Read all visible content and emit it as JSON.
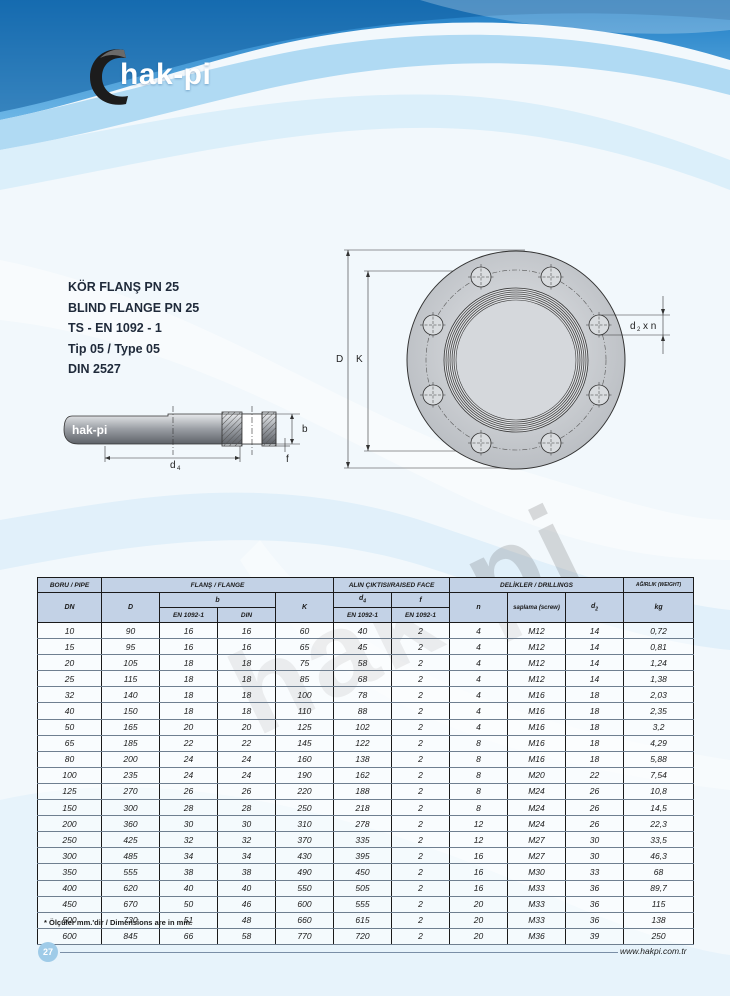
{
  "brand": {
    "logo_text": "hak-pi",
    "side_view_logo_text": "hak-pi",
    "watermark": "hak-pi"
  },
  "titles": [
    "KÖR FLANŞ PN 25",
    "BLIND FLANGE PN 25",
    "TS - EN 1092 - 1",
    "Tip 05 / Type 05",
    "DIN 2527"
  ],
  "drawing": {
    "labels": {
      "D": "D",
      "K": "K",
      "b": "b",
      "f": "f",
      "d4": "d",
      "d4_sub": "4",
      "d2n": "d",
      "d2n_sub": "2",
      "d2n_tail": "x n"
    }
  },
  "table": {
    "header": {
      "pipe": "BORU / PIPE",
      "flange": "FLANŞ / FLANGE",
      "raised": "ALIN ÇIKTISI/RAISED FACE",
      "drillings": "DELİKLER / DRILLINGS",
      "weight": "AĞIRLIK (WEIGHT)",
      "dn": "DN",
      "d": "D",
      "b": "b",
      "k": "K",
      "d4": "d",
      "d4_sub": "4",
      "f": "f",
      "n": "n",
      "screw": "saplama (screw)",
      "d2": "d",
      "d2_sub": "2",
      "kg": "kg",
      "en1": "EN 1092-1",
      "din": "DIN",
      "en2": "EN 1092-1",
      "en3": "EN 1092-1"
    },
    "rows": [
      [
        "10",
        "90",
        "16",
        "16",
        "60",
        "40",
        "2",
        "4",
        "M12",
        "14",
        "0,72"
      ],
      [
        "15",
        "95",
        "16",
        "16",
        "65",
        "45",
        "2",
        "4",
        "M12",
        "14",
        "0,81"
      ],
      [
        "20",
        "105",
        "18",
        "18",
        "75",
        "58",
        "2",
        "4",
        "M12",
        "14",
        "1,24"
      ],
      [
        "25",
        "115",
        "18",
        "18",
        "85",
        "68",
        "2",
        "4",
        "M12",
        "14",
        "1,38"
      ],
      [
        "32",
        "140",
        "18",
        "18",
        "100",
        "78",
        "2",
        "4",
        "M16",
        "18",
        "2,03"
      ],
      [
        "40",
        "150",
        "18",
        "18",
        "110",
        "88",
        "2",
        "4",
        "M16",
        "18",
        "2,35"
      ],
      [
        "50",
        "165",
        "20",
        "20",
        "125",
        "102",
        "2",
        "4",
        "M16",
        "18",
        "3,2"
      ],
      [
        "65",
        "185",
        "22",
        "22",
        "145",
        "122",
        "2",
        "8",
        "M16",
        "18",
        "4,29"
      ],
      [
        "80",
        "200",
        "24",
        "24",
        "160",
        "138",
        "2",
        "8",
        "M16",
        "18",
        "5,88"
      ],
      [
        "100",
        "235",
        "24",
        "24",
        "190",
        "162",
        "2",
        "8",
        "M20",
        "22",
        "7,54"
      ],
      [
        "125",
        "270",
        "26",
        "26",
        "220",
        "188",
        "2",
        "8",
        "M24",
        "26",
        "10,8"
      ],
      [
        "150",
        "300",
        "28",
        "28",
        "250",
        "218",
        "2",
        "8",
        "M24",
        "26",
        "14,5"
      ],
      [
        "200",
        "360",
        "30",
        "30",
        "310",
        "278",
        "2",
        "12",
        "M24",
        "26",
        "22,3"
      ],
      [
        "250",
        "425",
        "32",
        "32",
        "370",
        "335",
        "2",
        "12",
        "M27",
        "30",
        "33,5"
      ],
      [
        "300",
        "485",
        "34",
        "34",
        "430",
        "395",
        "2",
        "16",
        "M27",
        "30",
        "46,3"
      ],
      [
        "350",
        "555",
        "38",
        "38",
        "490",
        "450",
        "2",
        "16",
        "M30",
        "33",
        "68"
      ],
      [
        "400",
        "620",
        "40",
        "40",
        "550",
        "505",
        "2",
        "16",
        "M33",
        "36",
        "89,7"
      ],
      [
        "450",
        "670",
        "50",
        "46",
        "600",
        "555",
        "2",
        "20",
        "M33",
        "36",
        "115"
      ],
      [
        "500",
        "730",
        "51",
        "48",
        "660",
        "615",
        "2",
        "20",
        "M33",
        "36",
        "138"
      ],
      [
        "600",
        "845",
        "66",
        "58",
        "770",
        "720",
        "2",
        "20",
        "M36",
        "39",
        "250"
      ]
    ]
  },
  "note": "* Ölçüler mm.'dir / Dimensions are in mm.",
  "footer": {
    "page": "27",
    "website": "www.hakpi.com.tr"
  },
  "colors": {
    "header_fill": "#c3d2e6",
    "accent": "#2a8ad0",
    "flange_grey": "#c9ccd0"
  }
}
